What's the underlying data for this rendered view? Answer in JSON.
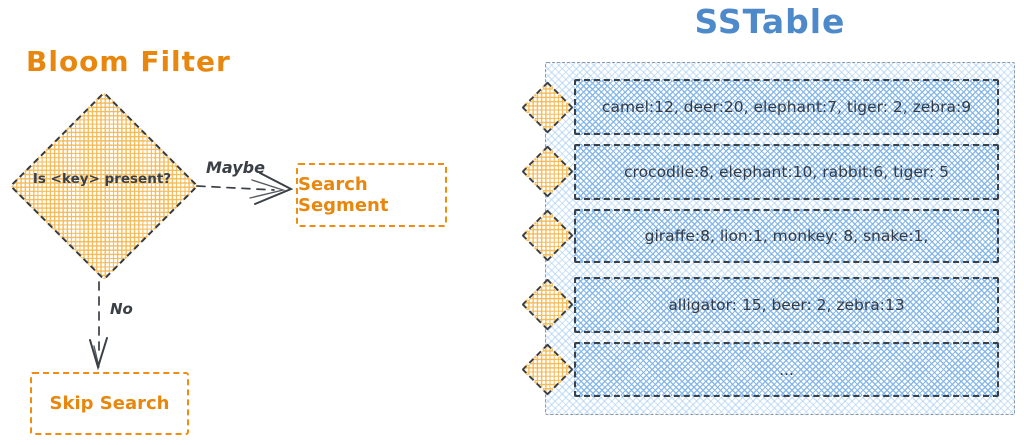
{
  "colors": {
    "orange_accent": "#e8870e",
    "orange_fill": "#f3b954",
    "blue_accent": "#4e8ac9",
    "blue_fill": "#7fb3e8",
    "blue_container_fill": "#a6cdf3",
    "ink": "#3b4046",
    "container_border": "#8d99a6"
  },
  "bloom_filter": {
    "title": "Bloom Filter",
    "decision_label": "Is <key> present?",
    "maybe_label": "Maybe",
    "no_label": "No",
    "search_segment_label": "Search Segment",
    "skip_search_label": "Skip Search"
  },
  "sstable": {
    "title": "SSTable",
    "segments": [
      "camel:12, deer:20, elephant:7, tiger: 2, zebra:9",
      "crocodile:8, elephant:10, rabbit:6, tiger: 5",
      "giraffe:8, lion:1, monkey: 8, snake:1,",
      "alligator: 15, beer: 2, zebra:13",
      "..."
    ]
  }
}
